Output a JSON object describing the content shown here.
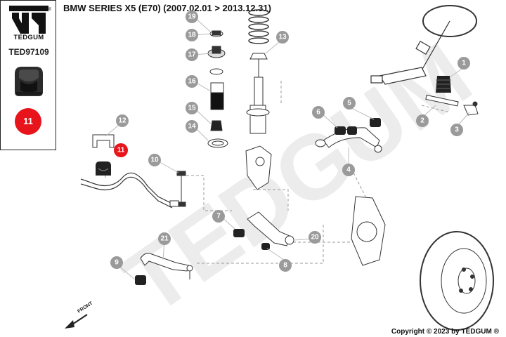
{
  "header": {
    "title": "BMW SERIES X5 (E70)  (2007.02.01 > 2013.12.31)"
  },
  "sidebar": {
    "brand": "TEDGUM",
    "part_code": "TED97109",
    "highlight_number": "11",
    "logo_mark": "®"
  },
  "diagram": {
    "watermark": "TEDGUM",
    "front_label": "FRONT",
    "part_labels": [
      "1",
      "2",
      "3",
      "4",
      "5",
      "6",
      "7",
      "8",
      "9",
      "10",
      "11",
      "12",
      "13",
      "14",
      "15",
      "16",
      "17",
      "18",
      "19",
      "20",
      "21"
    ],
    "highlighted_label": "11",
    "colors": {
      "label_circle": "#9a9a9a",
      "highlight": "#e8141c",
      "watermark": "#ececec"
    }
  },
  "footer": {
    "copyright": "Copyright © 2023 by TEDGUM ®"
  }
}
